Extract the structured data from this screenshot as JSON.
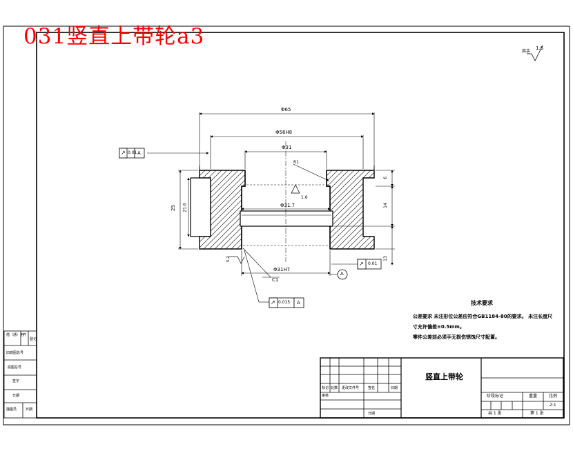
{
  "watermark": "031竖直上带轮a3",
  "surface_finish": {
    "value": "1.6",
    "label": "其余"
  },
  "dimensions": {
    "d_outer": "Φ65",
    "d_step": "Φ56H8",
    "d_top_bore": "Φ31",
    "d_groove": "Φ31.7",
    "d_bore": "Φ31H7",
    "height_total": "25",
    "height_inner": "21.6",
    "dim_6": "6",
    "dim_14": "14",
    "dim_13": "13",
    "chamfer": "C1",
    "corner": "R1",
    "roughness_bore": "1.6",
    "roughness_left": "3.2"
  },
  "gdt": [
    {
      "symbol": "↗",
      "value": "0.01",
      "datum": "A"
    },
    {
      "symbol": "↗",
      "value": "0.01"
    },
    {
      "symbol": "↗",
      "value": "0.015",
      "datum": "A"
    }
  ],
  "datum_label": "A",
  "tech_notes": {
    "heading": "技术要求",
    "lines": [
      "公差要求  未注形位公差应符合GB1184-80的要求。  未注长度尺",
      "寸允许偏差±0.5mm。",
      "零件公差前必须手无损伤锈蚀尺寸配置。"
    ]
  },
  "title_block": {
    "part_name": "竖直上带轮",
    "header_cells": [
      "标记",
      "处数",
      "更改文件号",
      "签名",
      "日期"
    ],
    "row_cells": [
      "审核"
    ],
    "date_label": "日期",
    "stage_headers": [
      "阶段标记",
      "重量",
      "比例"
    ],
    "scale": "2:1",
    "sheet_total": "共 1 张",
    "sheet_num": "第 1 张"
  },
  "side_stamp": {
    "rows": [
      [
        "借（通）用",
        "件",
        "登记"
      ],
      [
        "旧底图总号"
      ],
      [
        "底图总号"
      ],
      [
        "签字"
      ],
      [
        "日期"
      ],
      [
        "描图员",
        "日期"
      ]
    ]
  }
}
